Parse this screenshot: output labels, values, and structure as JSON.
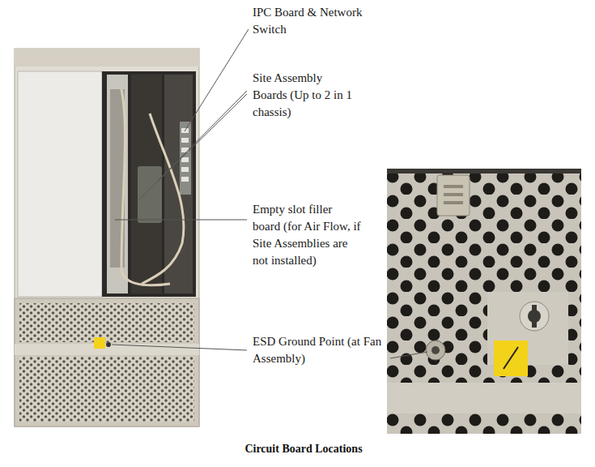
{
  "diagram": {
    "caption": "Circuit Board Locations",
    "labels": [
      "IPC Board & Network Switch",
      "Site Assembly Boards (Up to 2 in 1 chassis)",
      "Empty slot filler board (for Air Flow, if Site Assemblies are not installed)",
      "ESD Ground Point (at Fan Assembly)"
    ]
  }
}
